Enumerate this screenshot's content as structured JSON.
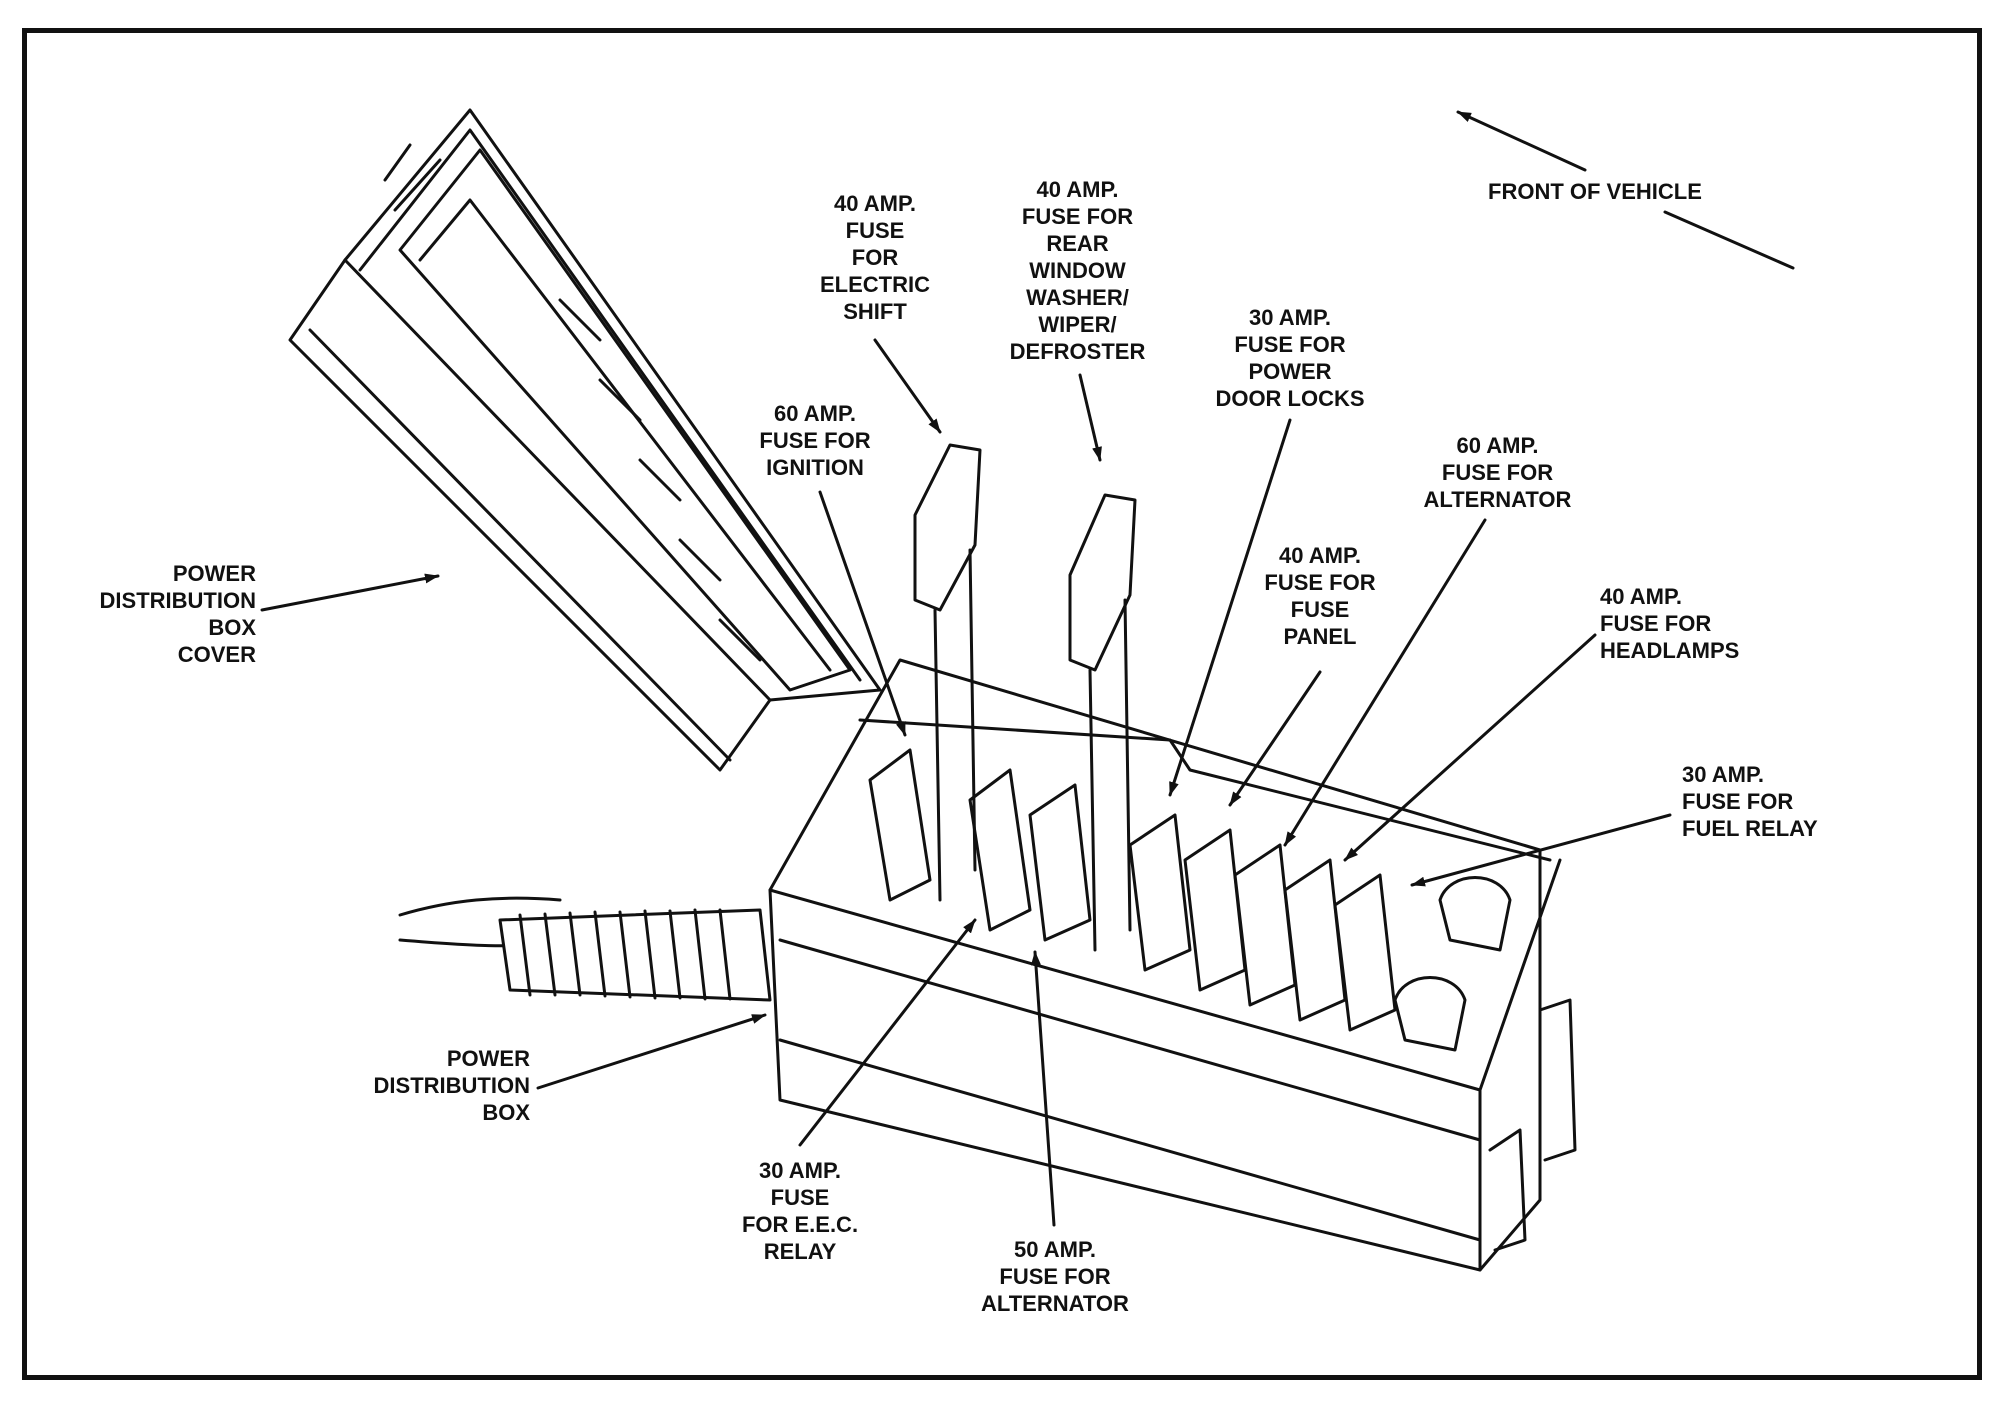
{
  "diagram": {
    "labels": {
      "front_of_vehicle": [
        "FRONT OF VEHICLE"
      ],
      "fuse_electric_shift": [
        "40 AMP.",
        "FUSE",
        "FOR",
        "ELECTRIC",
        "SHIFT"
      ],
      "fuse_rear_window": [
        "40 AMP.",
        "FUSE FOR",
        "REAR",
        "WINDOW",
        "WASHER/",
        "WIPER/",
        "DEFROSTER"
      ],
      "fuse_door_locks": [
        "30 AMP.",
        "FUSE FOR",
        "POWER",
        "DOOR LOCKS"
      ],
      "fuse_ignition": [
        "60 AMP.",
        "FUSE FOR",
        "IGNITION"
      ],
      "fuse_alternator_60": [
        "60 AMP.",
        "FUSE FOR",
        "ALTERNATOR"
      ],
      "fuse_fuse_panel": [
        "40 AMP.",
        "FUSE FOR",
        "FUSE",
        "PANEL"
      ],
      "fuse_headlamps": [
        "40 AMP.",
        "FUSE FOR",
        "HEADLAMPS"
      ],
      "fuse_fuel_relay": [
        "30 AMP.",
        "FUSE FOR",
        "FUEL RELAY"
      ],
      "box_cover": [
        "POWER",
        "DISTRIBUTION",
        "BOX",
        "COVER"
      ],
      "box": [
        "POWER",
        "DISTRIBUTION",
        "BOX"
      ],
      "fuse_eec_relay": [
        "30 AMP.",
        "FUSE",
        "FOR E.E.C.",
        "RELAY"
      ],
      "fuse_alternator_50": [
        "50 AMP.",
        "FUSE FOR",
        "ALTERNATOR"
      ]
    }
  }
}
